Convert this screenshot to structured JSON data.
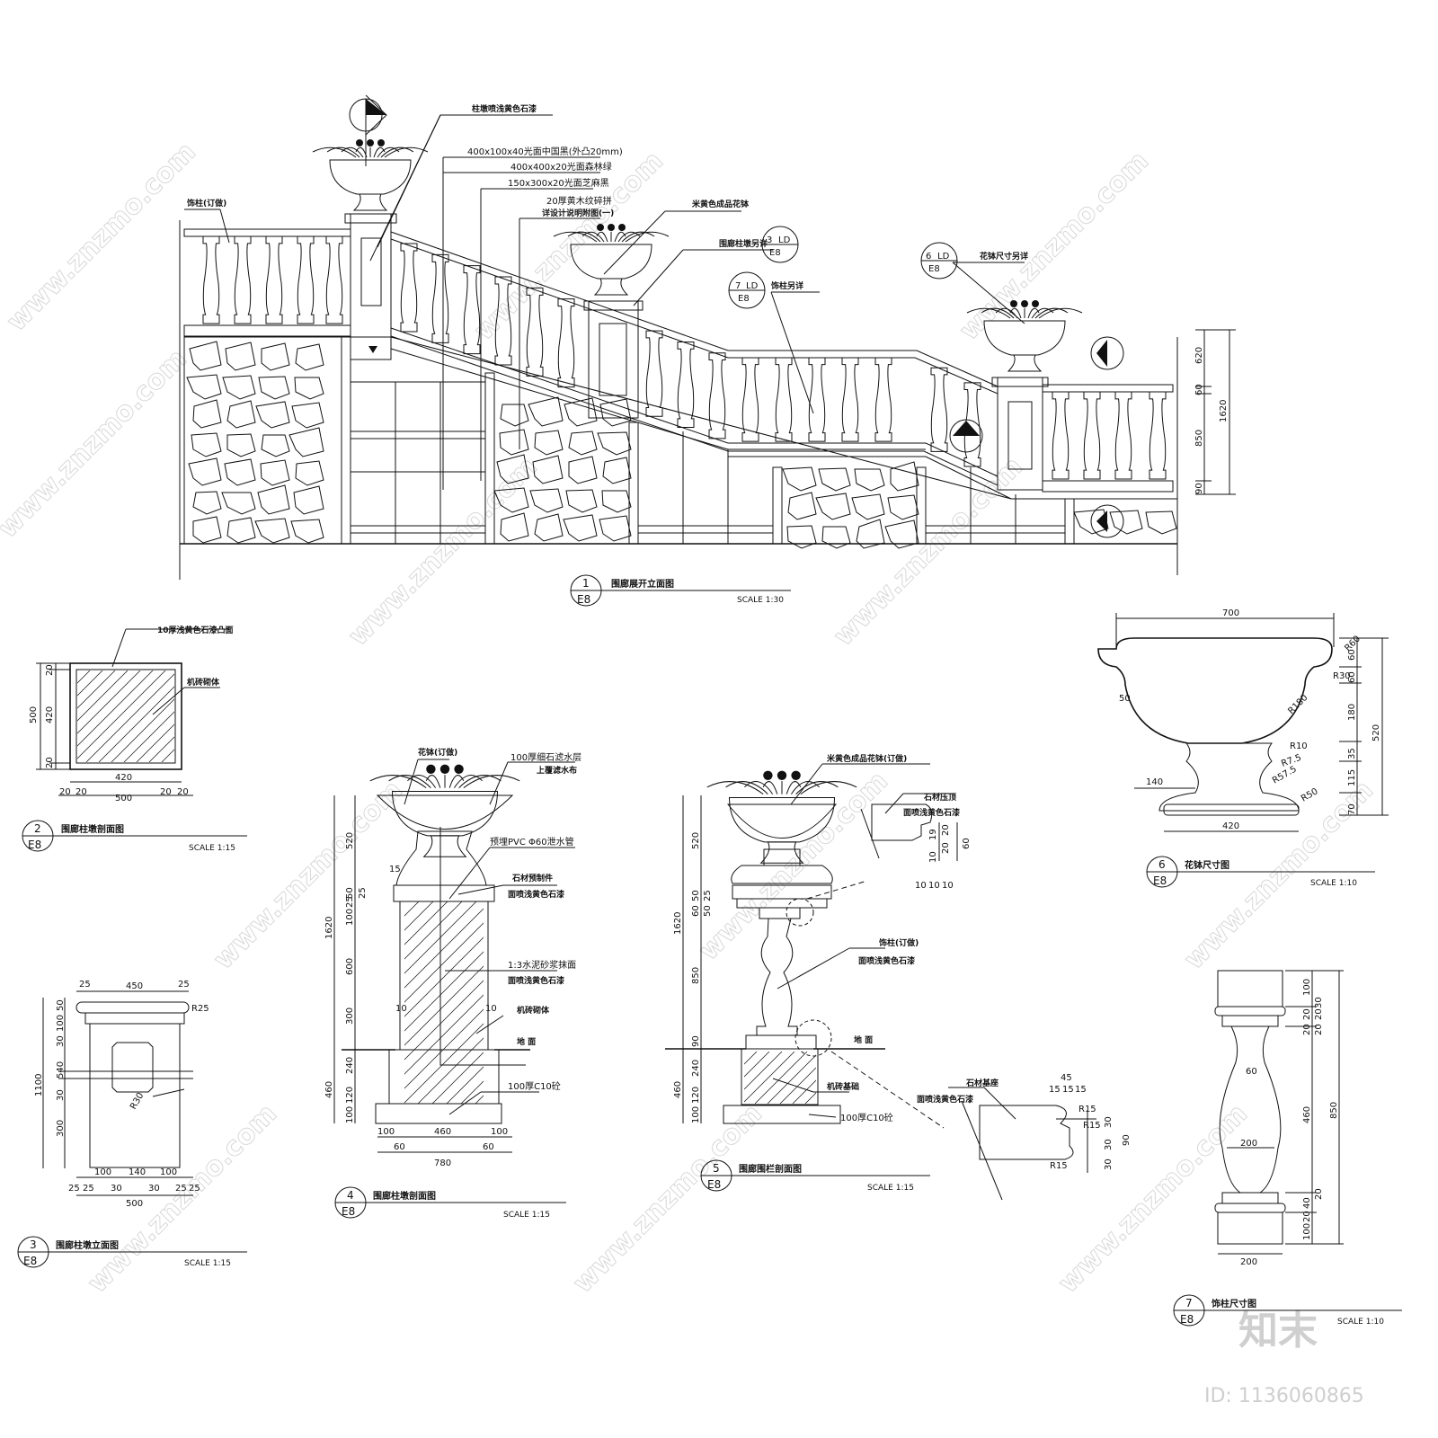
{
  "watermark": {
    "site": "www.znzmo.com",
    "brand": "知末",
    "id": "ID: 1136060865"
  },
  "detail1": {
    "num": "1",
    "sheet": "E8",
    "title": "围廊展开立面图",
    "scale": "SCALE    1:30",
    "labels": [
      "柱墩喷浅黄色石漆",
      "400x100x40光面中国黑(外凸20mm)",
      "400x400x20光面森林绿",
      "150x300x20光面芝麻黑",
      "20厚黄木纹碎拼",
      "详设计说明附图(一)",
      "米黄色成品花钵",
      "围廊柱墩另详",
      "饰柱另详",
      "花钵尺寸另详",
      "饰柱(订做)"
    ],
    "callouts": [
      {
        "n": "3",
        "t": "LD",
        "s": "E8"
      },
      {
        "n": "7",
        "t": "LD",
        "s": "E8"
      },
      {
        "n": "6",
        "t": "LD",
        "s": "E8"
      }
    ],
    "dims": [
      "620",
      "60",
      "850",
      "90",
      "1620"
    ]
  },
  "detail2": {
    "num": "2",
    "sheet": "E8",
    "title": "围廊柱墩剖面图",
    "scale": "SCALE    1:15",
    "labels": [
      "10厚浅黄色石漆凸面",
      "机砖砌体"
    ],
    "dims": [
      "20",
      "420",
      "20",
      "500",
      "420",
      "20",
      "20",
      "500",
      "20",
      "20"
    ]
  },
  "detail3": {
    "num": "3",
    "sheet": "E8",
    "title": "围廊柱墩立面图",
    "scale": "SCALE    1:15",
    "dims": [
      "25",
      "450",
      "25",
      "R25",
      "50",
      "100",
      "30",
      "540",
      "30",
      "300",
      "1100",
      "R30",
      "25",
      "25",
      "100",
      "30",
      "140",
      "30",
      "100",
      "25",
      "25",
      "500"
    ]
  },
  "detail4": {
    "num": "4",
    "sheet": "E8",
    "title": "围廊柱墩剖面图",
    "scale": "SCALE    1:15",
    "labels": [
      "花钵(订做)",
      "100厚细石滤水层",
      "上覆滤水布",
      "预埋PVC   Φ60泄水管",
      "石材预制件",
      "面喷浅黄色石漆",
      "1:3水泥砂浆抹面",
      "面喷浅黄色石漆",
      "机砖砌体",
      "地   面",
      "100厚C10砼"
    ],
    "dims": [
      "520",
      "50",
      "25",
      "25",
      "100",
      "600",
      "300",
      "240",
      "120",
      "100",
      "460",
      "1620",
      "15",
      "10",
      "10",
      "100",
      "460",
      "100",
      "60",
      "780",
      "60"
    ]
  },
  "detail5": {
    "num": "5",
    "sheet": "E8",
    "title": "围廊围栏剖面图",
    "scale": "SCALE    1:15",
    "labels": [
      "米黄色成品花钵(订做)",
      "石材压顶",
      "面喷浅黄色石漆",
      "饰柱(订做)",
      "面喷浅黄色石漆",
      "地   面",
      "机砖基础",
      "100厚C10砼",
      "石材基座",
      "面喷浅黄色石漆"
    ],
    "dims": [
      "520",
      "50",
      "25",
      "60",
      "50",
      "850",
      "90",
      "240",
      "120",
      "100",
      "460",
      "1620",
      "20",
      "19",
      "20",
      "10",
      "60",
      "10",
      "10",
      "10",
      "45",
      "15",
      "15",
      "15",
      "R15",
      "R15",
      "30",
      "30",
      "90",
      "30",
      "R15"
    ]
  },
  "detail6": {
    "num": "6",
    "sheet": "E8",
    "title": "花钵尺寸图",
    "scale": "SCALE    1:10",
    "dims": [
      "700",
      "R60",
      "R30",
      "60",
      "60",
      "50",
      "R180",
      "180",
      "520",
      "R10",
      "R7.5",
      "R57.5",
      "35",
      "115",
      "140",
      "70",
      "R50",
      "420"
    ]
  },
  "detail7": {
    "num": "7",
    "sheet": "E8",
    "title": "饰柱尺寸图",
    "scale": "SCALE    1:10",
    "dims": [
      "100",
      "20",
      "20",
      "30",
      "20",
      "20",
      "60",
      "460",
      "850",
      "200",
      "40",
      "20",
      "20",
      "100",
      "200"
    ]
  }
}
